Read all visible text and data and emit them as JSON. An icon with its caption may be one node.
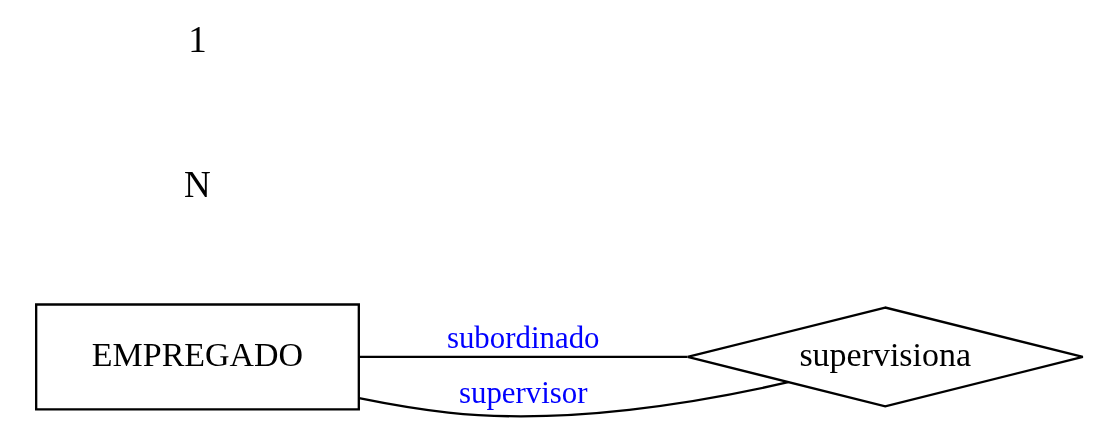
{
  "diagram": {
    "nodes": [
      {
        "text": [
          "EMPREGADO"
        ]
      },
      {
        "text": [
          "supervisiona"
        ]
      }
    ],
    "edges": [
      {
        "from": 0,
        "to": 1,
        "arrow": "none",
        "label": "subordinado"
      },
      {
        "from": 0,
        "to": 1,
        "arrow": "none",
        "label": "supervisor"
      }
    ],
    "labels": [
      "N",
      "1"
    ]
  }
}
